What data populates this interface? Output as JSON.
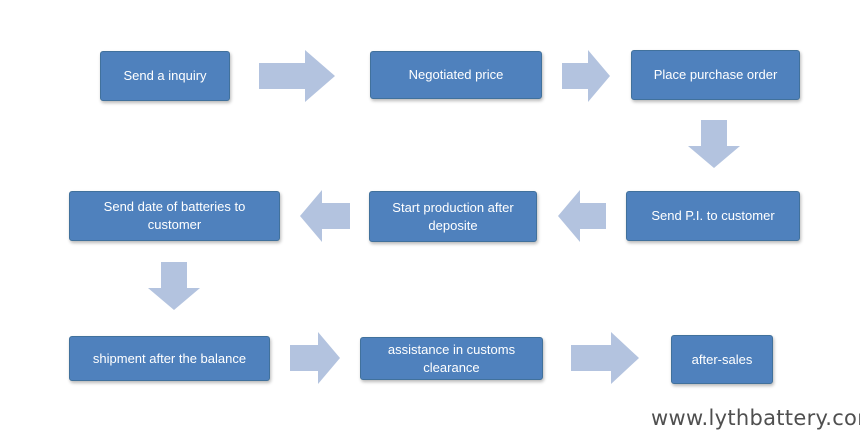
{
  "steps": [
    "Send a inquiry",
    "Negotiated price",
    "Place purchase order",
    "Send P.I. to customer",
    "Start production after\ndeposite",
    "Send date of batteries to\ncustomer",
    "shipment after the balance",
    "assistance in customs\nclearance",
    "after-sales"
  ],
  "colors": {
    "box": "#4f81bd",
    "box_border": "#41719c",
    "arrow": "#b3c3df",
    "text": "#ffffff"
  },
  "watermark": "www.lythbattery.com"
}
